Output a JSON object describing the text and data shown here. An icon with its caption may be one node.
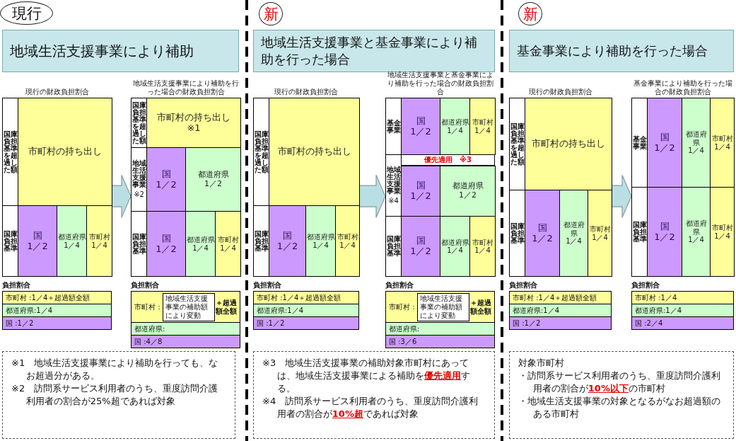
{
  "diagram": {
    "nodes": [
      {
        "text": [
          "現行"
        ]
      },
      {
        "text": [
          "地域生活支援事業により補助"
        ]
      },
      {
        "text": [
          "現行の財政負担割合"
        ]
      },
      {
        "text": [
          "国庫負担基準を超過した額"
        ],
        "in": 2
      },
      {
        "text": [
          "市町村の持ち出し"
        ],
        "in": 2
      },
      {
        "text": [
          "国庫負担基準"
        ],
        "in": 2
      },
      {
        "text": [
          "国",
          "1／2"
        ],
        "in": 2
      },
      {
        "text": [
          "都道府県",
          "1／4"
        ],
        "in": 2
      },
      {
        "text": [
          "市町村",
          "1／4"
        ],
        "in": 2
      },
      {
        "text": [
          "地域生活支援事業により補助を行った場合の財政負担割合"
        ]
      },
      {
        "text": [
          "国庫負担基準を超過した額"
        ],
        "in": 9
      },
      {
        "text": [
          "市町村の持ち出し",
          "※1"
        ],
        "in": 9
      },
      {
        "text": [
          "地域生活支援事業",
          "※2"
        ],
        "in": 9
      },
      {
        "text": [
          "国",
          "1／2"
        ],
        "in": 9
      },
      {
        "text": [
          "都道府県",
          "1／2"
        ],
        "in": 9
      },
      {
        "text": [
          "国庫負担基準"
        ],
        "in": 9
      },
      {
        "text": [
          "国",
          "1／2"
        ],
        "in": 9
      },
      {
        "text": [
          "都道府県",
          "1／4"
        ],
        "in": 9
      },
      {
        "text": [
          "市町村",
          "1／4"
        ],
        "in": 9
      },
      {
        "text": [
          "負担割合"
        ]
      },
      {
        "text": [
          "市町村 :1／4＋超過額全額"
        ],
        "in": 19
      },
      {
        "text": [
          "都道府県:1／4"
        ],
        "in": 19
      },
      {
        "text": [
          "国 :1／2"
        ],
        "in": 19
      },
      {
        "text": [
          "負担割合"
        ]
      },
      {
        "text": [
          "市町村 :",
          "＋超過額全額"
        ],
        "in": 23
      },
      {
        "text": [
          "都道府県:"
        ],
        "in": 23
      },
      {
        "text": [
          "国 :4／8"
        ],
        "in": 23
      },
      {
        "text": [
          "地域生活支援事業の補助額により変動"
        ],
        "in": 24
      },
      {
        "text": [
          "※1　地域生活支援事業により補助を行っても、なお超過分がある。",
          "※2　訪問系サービス利用者のうち、重度訪問介護利用者の割合が25%超であれば対象"
        ]
      },
      {
        "text": [
          "新"
        ]
      },
      {
        "text": [
          "地域生活支援事業と基金事業により補助を行った場合"
        ]
      },
      {
        "text": [
          "現行の財政負担割合"
        ]
      },
      {
        "text": [
          "国庫負担基準を超過した額"
        ],
        "in": 31
      },
      {
        "text": [
          "市町村の持ち出し"
        ],
        "in": 31
      },
      {
        "text": [
          "国庫負担基準"
        ],
        "in": 31
      },
      {
        "text": [
          "国",
          "1／2"
        ],
        "in": 31
      },
      {
        "text": [
          "都道府県",
          "1／4"
        ],
        "in": 31
      },
      {
        "text": [
          "市町村",
          "1／4"
        ],
        "in": 31
      },
      {
        "text": [
          "地域生活支援事業と基金事業により補助を行った場合の財政負担割合"
        ]
      },
      {
        "text": [
          "基金事業"
        ],
        "in": 38
      },
      {
        "text": [
          "国",
          "1／2"
        ],
        "in": 38
      },
      {
        "text": [
          "都道府県",
          "1／4"
        ],
        "in": 38
      },
      {
        "text": [
          "市町村",
          "1／4"
        ],
        "in": 38
      },
      {
        "text": [
          "地域生活支援事業",
          "※4"
        ],
        "in": 38
      },
      {
        "text": [
          "国",
          "1／2"
        ],
        "in": 38
      },
      {
        "text": [
          "都道府県",
          "1／2"
        ],
        "in": 38
      },
      {
        "text": [
          "国庫負担基準"
        ],
        "in": 38
      },
      {
        "text": [
          "国",
          "1／2"
        ],
        "in": 38
      },
      {
        "text": [
          "都道府県",
          "1／4"
        ],
        "in": 38
      },
      {
        "text": [
          "市町村",
          "1／4"
        ],
        "in": 38
      },
      {
        "text": [
          "優先適用　※3"
        ],
        "in": 38
      },
      {
        "text": [
          "負担割合"
        ]
      },
      {
        "text": [
          "市町村 :1／4＋超過額全額"
        ],
        "in": 51
      },
      {
        "text": [
          "都道府県:1／4"
        ],
        "in": 51
      },
      {
        "text": [
          "国 :1／2"
        ],
        "in": 51
      },
      {
        "text": [
          "負担割合"
        ]
      },
      {
        "text": [
          "市町村 :",
          "＋超過額全額"
        ],
        "in": 55
      },
      {
        "text": [
          "都道府県:"
        ],
        "in": 55
      },
      {
        "text": [
          "国 :3／6"
        ],
        "in": 55
      },
      {
        "text": [
          "地域生活支援事業の補助額により変動"
        ],
        "in": 56
      },
      {
        "text": [
          "※3　地域生活支援事業の補助対象市町村にあっては、地域生活支援事業による補助を**優先適用**する。",
          "※4　訪問系サービス利用者のうち、重度訪問介護利用者の割合が**10%超**であれば対象"
        ]
      },
      {
        "text": [
          "新"
        ]
      },
      {
        "text": [
          "基金事業により補助を行った場合"
        ]
      },
      {
        "text": [
          "現行の財政負担割合"
        ]
      },
      {
        "text": [
          "国庫負担基準を超過した額"
        ],
        "in": 63
      },
      {
        "text": [
          "市町村の持ち出し"
        ],
        "in": 63
      },
      {
        "text": [
          "国庫負担基準"
        ],
        "in": 63
      },
      {
        "text": [
          "国",
          "1／2"
        ],
        "in": 63
      },
      {
        "text": [
          "都道府県",
          "1／4"
        ],
        "in": 63
      },
      {
        "text": [
          "市町村",
          "1／4"
        ],
        "in": 63
      },
      {
        "text": [
          "基金事業により補助を行った場合の財政負担割合"
        ]
      },
      {
        "text": [
          "基金事業"
        ],
        "in": 70
      },
      {
        "text": [
          "国",
          "1／2"
        ],
        "in": 70
      },
      {
        "text": [
          "都道府県",
          "1／4"
        ],
        "in": 70
      },
      {
        "text": [
          "市町村",
          "1／4"
        ],
        "in": 70
      },
      {
        "text": [
          "国庫負担基準"
        ],
        "in": 70
      },
      {
        "text": [
          "国",
          "1／2"
        ],
        "in": 70
      },
      {
        "text": [
          "都道府県",
          "1／4"
        ],
        "in": 70
      },
      {
        "text": [
          "市町村",
          "1／4"
        ],
        "in": 70
      },
      {
        "text": [
          "負担割合"
        ]
      },
      {
        "text": [
          "市町村 :1／4＋超過額全額"
        ],
        "in": 79
      },
      {
        "text": [
          "都道府県:1／4"
        ],
        "in": 79
      },
      {
        "text": [
          "国 :1／2"
        ],
        "in": 79
      },
      {
        "text": [
          "負担割合"
        ]
      },
      {
        "text": [
          "市町村 :1／4"
        ],
        "in": 83
      },
      {
        "text": [
          "都道府県:1／4"
        ],
        "in": 83
      },
      {
        "text": [
          "国 :2／4"
        ],
        "in": 83
      },
      {
        "text": [
          "対象市町村",
          "・訪問系サービス利用者のうち、重度訪問介護利用者の割合が**10%以下**の市町村",
          "・地域生活支援事業の対象となるがなお超過額のある市町村"
        ]
      }
    ],
    "edges": [
      {
        "from": 2,
        "to": 9,
        "arrow": "to"
      },
      {
        "from": 31,
        "to": 38,
        "arrow": "to"
      },
      {
        "from": 63,
        "to": 70,
        "arrow": "to"
      }
    ]
  }
}
